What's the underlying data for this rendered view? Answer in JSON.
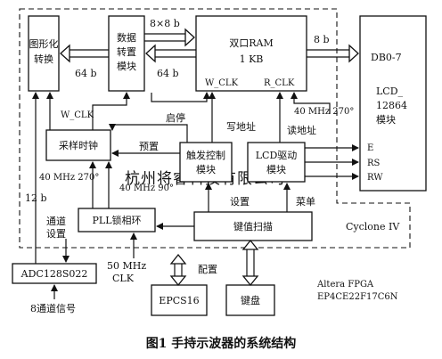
{
  "blocks": {
    "graphic": [
      "图形化",
      "转换"
    ],
    "convert": [
      "数据",
      "转置",
      "模块"
    ],
    "ram": [
      "双口RAM",
      "1 KB"
    ],
    "lcd": [
      "LCD_",
      "12864",
      "模块"
    ],
    "sample": "采样时钟",
    "trigger": [
      "触发控制",
      "模块"
    ],
    "lcddrv": [
      "LCD驱动",
      "模块"
    ],
    "pll": "PLL锁相环",
    "keyscan": "键值扫描",
    "adc": "ADC128S022",
    "epcs": "EPCS16",
    "keyboard": "键盘"
  },
  "ports": {
    "w_clk": "W_CLK",
    "r_clk": "R_CLK",
    "db": "DB0-7"
  },
  "labels": {
    "bus_8x8": "8×8 b",
    "bus_8": "8 b",
    "bus_64_a": "64 b",
    "bus_64_b": "64 b",
    "w_clk_left": "W_CLK",
    "start": "启停",
    "write_addr": "写地址",
    "read_addr": "读地址",
    "mhz_270_right": "40 MHz 270°",
    "preset": "预置",
    "mhz_270_left": "40 MHz 270°",
    "mhz_90": "40 MHz 90°",
    "bits_12": "12 b",
    "channel_set": [
      "通道",
      "设置"
    ],
    "settings": "设置",
    "menu": "菜单",
    "signal_e": "E",
    "signal_rs": "RS",
    "signal_rw": "RW",
    "cyclone": "Cyclone IV",
    "clk_50": [
      "50 MHz",
      "CLK"
    ],
    "config": "配置",
    "fpga": [
      "Altera   FPGA",
      "EP4CE22F17C6N"
    ],
    "input": "8通道信号",
    "watermark": "杭州将睿科技有限公司"
  },
  "caption": "图1   手持示波器的系统结构"
}
